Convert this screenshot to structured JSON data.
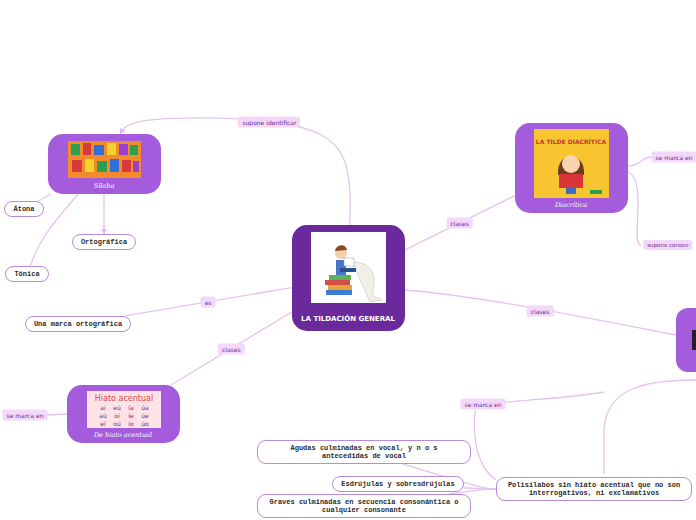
{
  "diagram": {
    "nodes": [
      {
        "text": [
          "LA TILDACIÓN GENERAL"
        ]
      },
      {
        "text": [
          "Sílaba"
        ]
      },
      {
        "text": [
          "Átona"
        ]
      },
      {
        "text": [
          "Tónica"
        ]
      },
      {
        "text": [
          "Ortográfica"
        ]
      },
      {
        "text": [
          "Una marca ortográfica"
        ]
      },
      {
        "text": [
          "De hiato acentual"
        ]
      },
      {
        "text": [
          "Diacrítica"
        ]
      },
      {
        "text": [
          "Polisílabos sin hiato acentual que no son interrogativos, ni exclamativos"
        ]
      },
      {
        "text": [
          "Agudas culminadas en vocal, y n o s antecedidas de vocal"
        ]
      },
      {
        "text": [
          "Esdrújulas y sobresdrújulas"
        ]
      },
      {
        "text": [
          "Graves culminadas en secuencia consonántica o cualquier consonante"
        ]
      }
    ],
    "edges": [
      {
        "from": 0,
        "to": 1,
        "label": "supone identificar",
        "arrow": "to"
      },
      {
        "from": 1,
        "to": 2,
        "arrow": "none"
      },
      {
        "from": 1,
        "to": 3,
        "arrow": "none"
      },
      {
        "from": 1,
        "to": 4,
        "arrow": "to"
      },
      {
        "from": 0,
        "to": 5,
        "label": "es",
        "arrow": "none"
      },
      {
        "from": 0,
        "to": 6,
        "label": "clases",
        "arrow": "none"
      },
      {
        "from": 0,
        "to": 7,
        "label": "clases",
        "arrow": "none"
      },
      {
        "from": 8,
        "to": 9,
        "arrow": "none"
      },
      {
        "from": 8,
        "to": 10,
        "arrow": "none"
      },
      {
        "from": 8,
        "to": 11,
        "arrow": "none"
      }
    ],
    "labels": [
      "clases",
      "se marca en",
      "se marca en",
      "supone conoce",
      "se marca en",
      "LA TILDE DIACRÍTICA",
      "Hiato acentual",
      "ai",
      "eú",
      "ía",
      "úa",
      "aú",
      "oí",
      "íe",
      "úe",
      "eí",
      "oú",
      "ío",
      "úo"
    ]
  }
}
